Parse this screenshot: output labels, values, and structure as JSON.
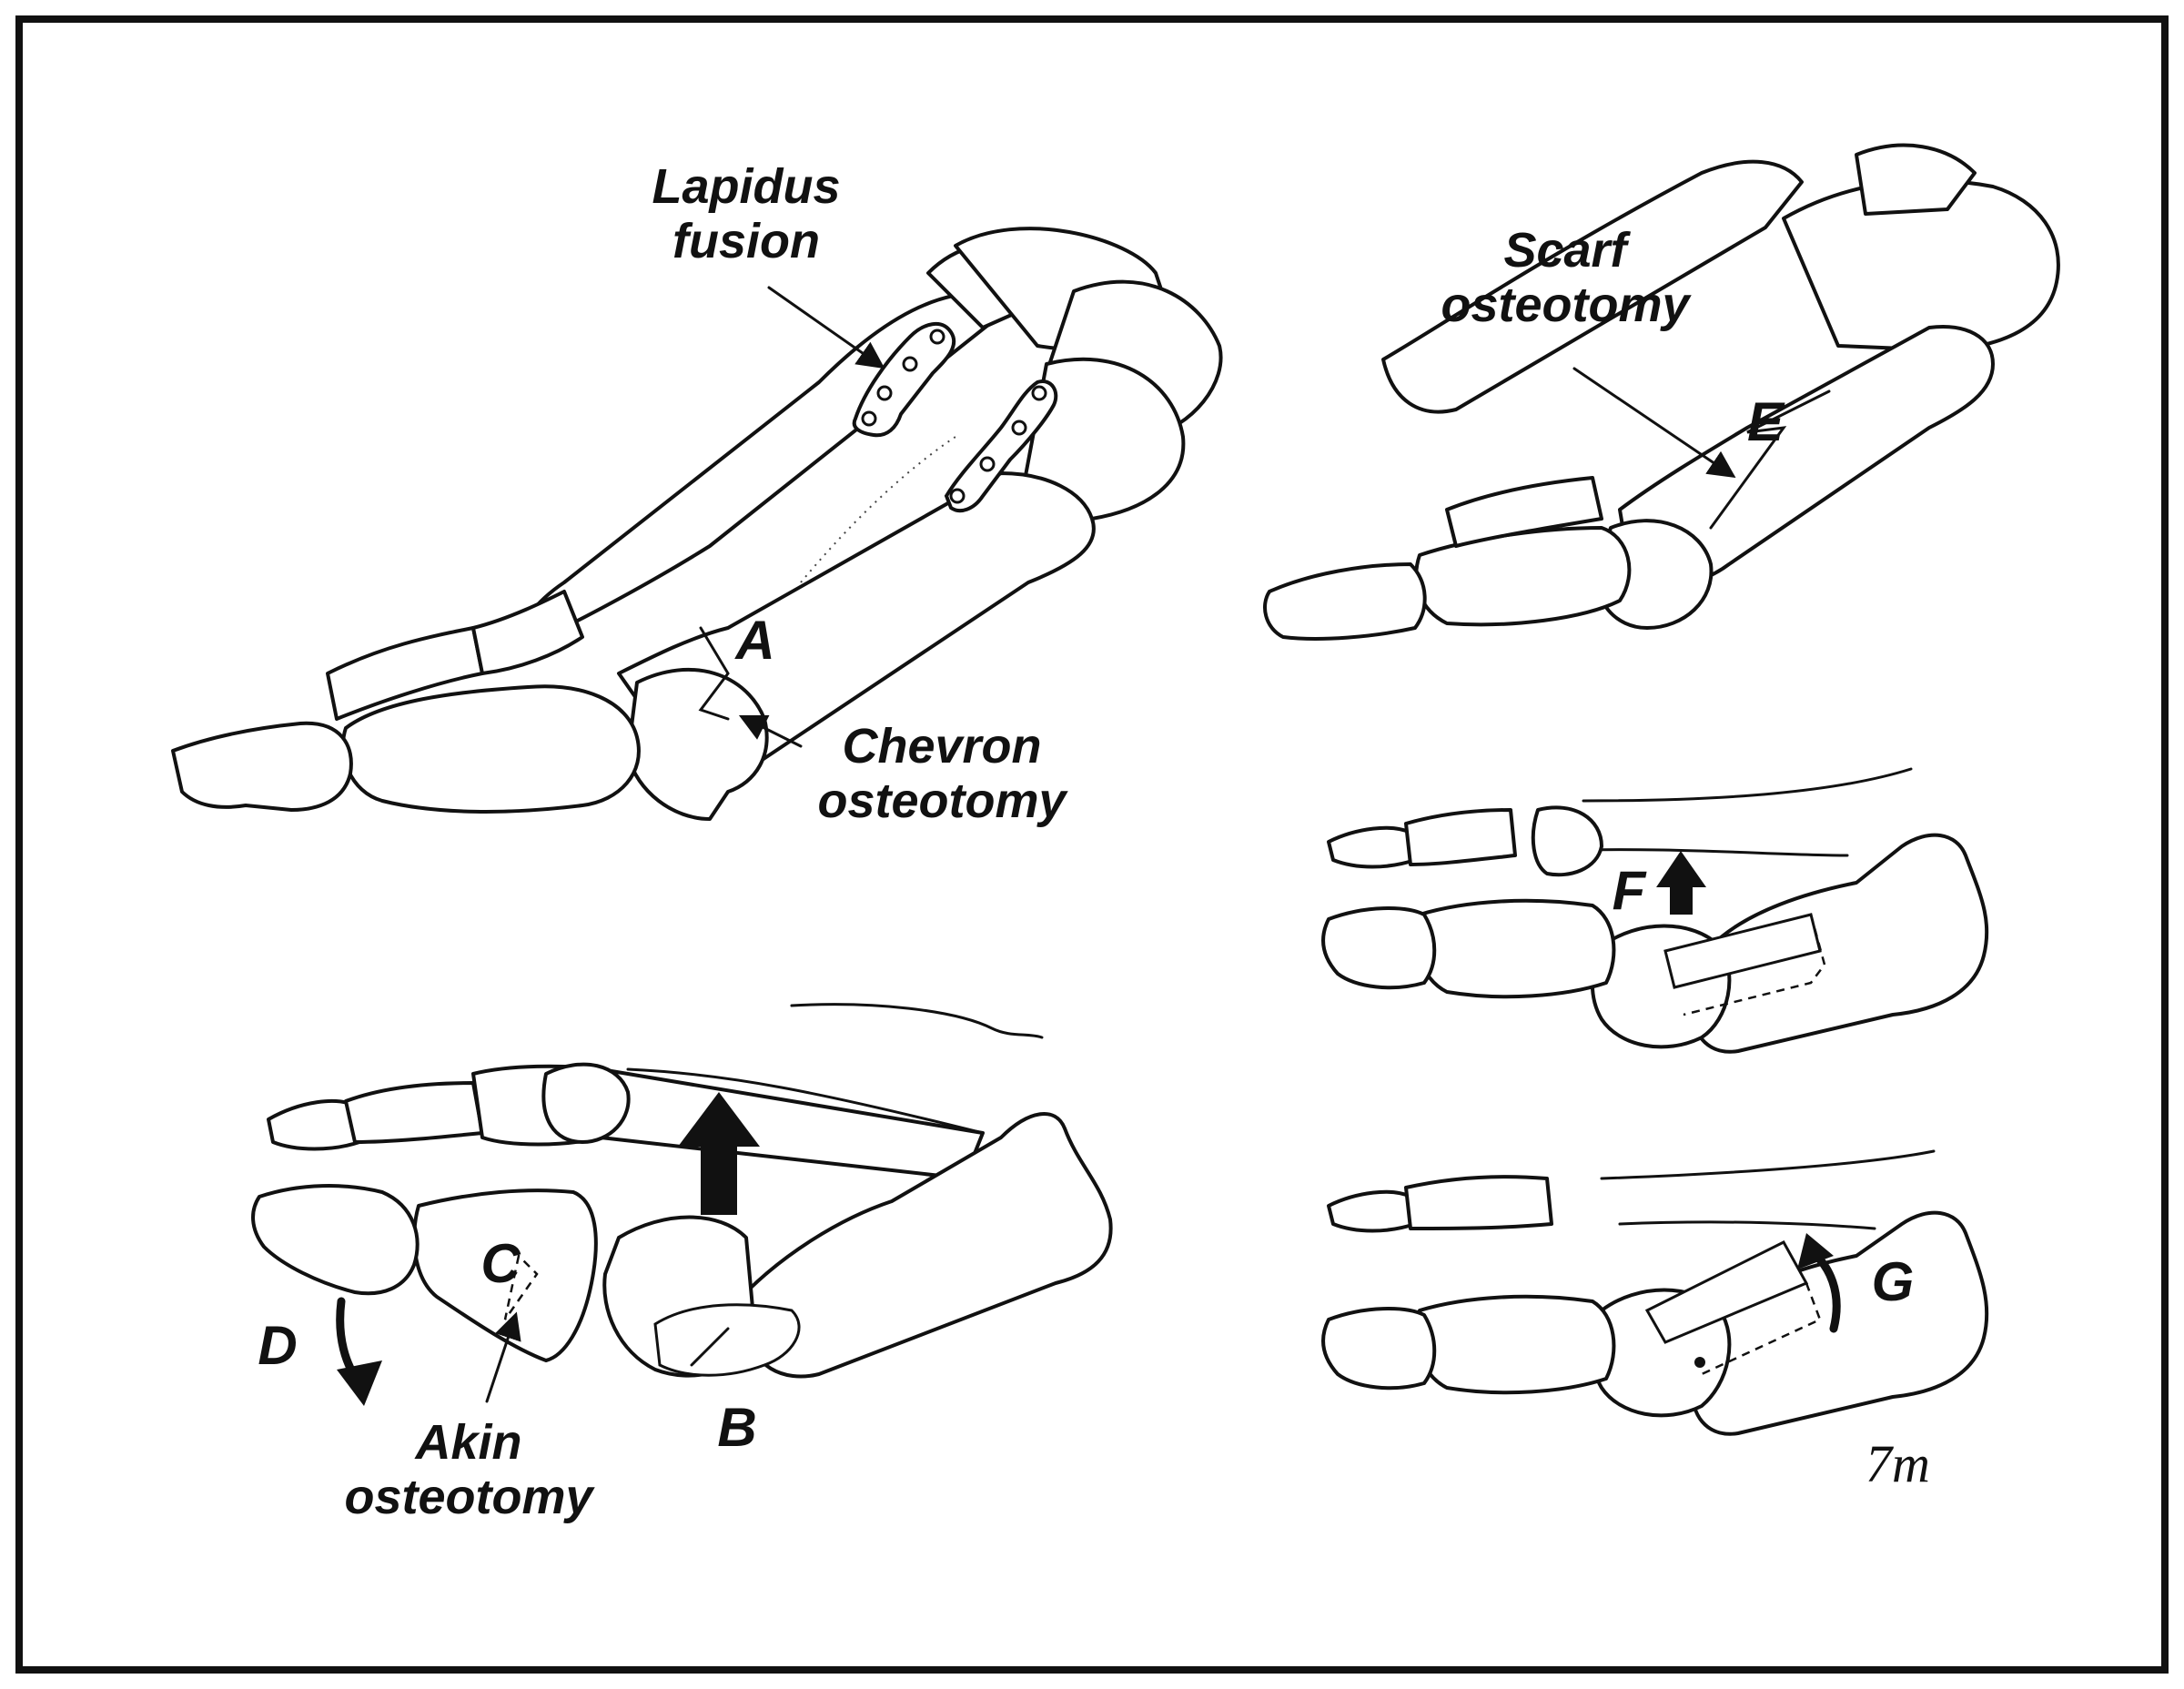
{
  "labels": {
    "lapidus": "Lapidus\nfusion",
    "chevron": "Chevron\nosteotomy",
    "scarf": "Scarf\nosteotomy",
    "akin": "Akin\nosteotomy"
  },
  "letters": {
    "A": "A",
    "B": "B",
    "C": "C",
    "D": "D",
    "E": "E",
    "F": "F",
    "G": "G"
  },
  "signature": "7m",
  "colors": {
    "ink": "#111111",
    "background": "#ffffff"
  }
}
